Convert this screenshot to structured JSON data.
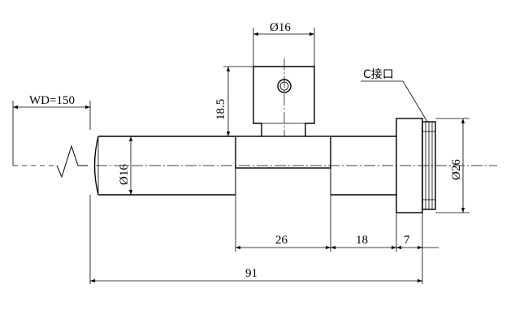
{
  "labels": {
    "phi_16_top": "Ø16",
    "dim_18_5": "18.5",
    "wd": "WD=150",
    "c_mount": "C接口",
    "phi_16_body": "Ø16",
    "phi_26": "Ø26",
    "dim_26": "26",
    "dim_18": "18",
    "dim_7": "7",
    "dim_91": "91"
  }
}
